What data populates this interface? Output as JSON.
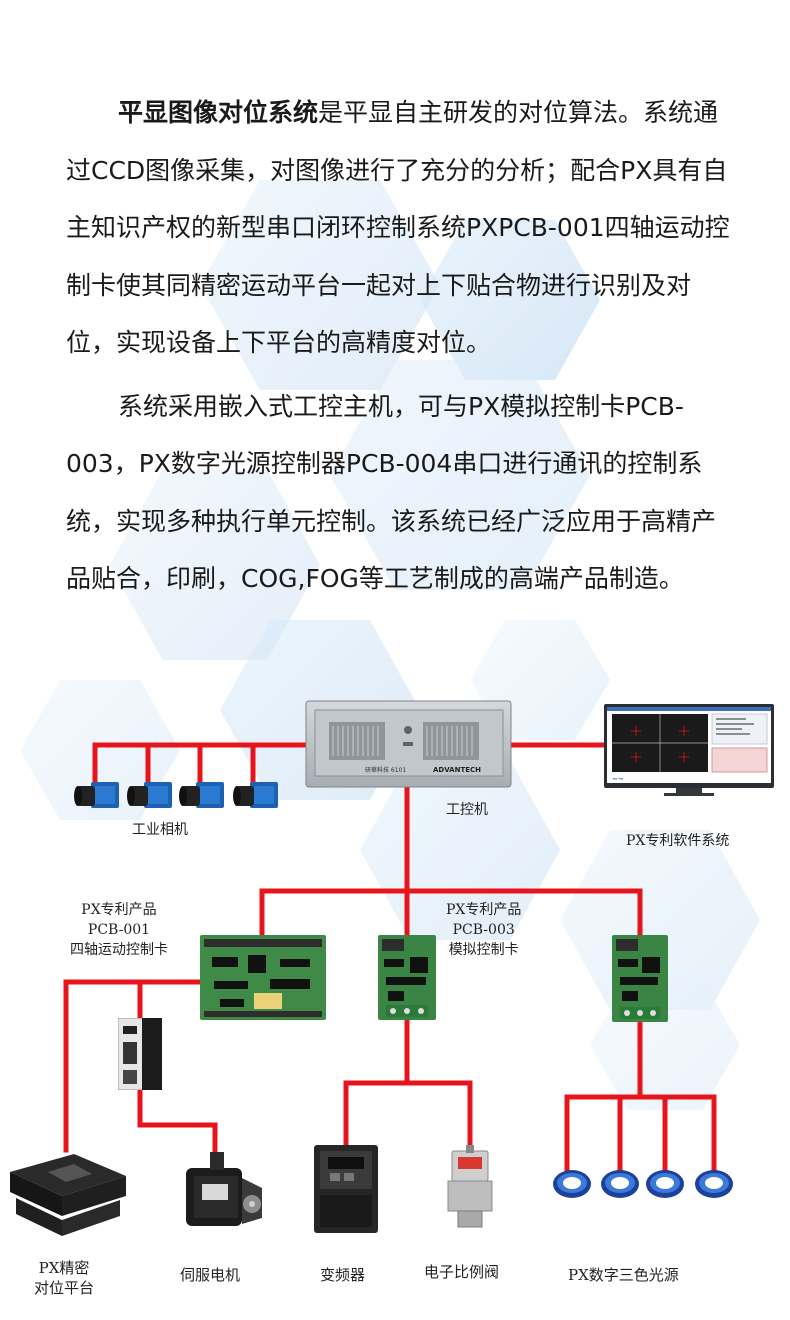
{
  "intro": {
    "p1_bold": "平显图像对位系统",
    "p1_rest": "是平显自主研发的对位算法。系统通过CCD图像采集，对图像进行了充分的分析；配合PX具有自主知识产权的新型串口闭环控制系统PXPCB-001四轴运动控制卡使其同精密运动平台一起对上下贴合物进行识别及对位，实现设备上下平台的高精度对位。",
    "p2": "系统采用嵌入式工控主机，可与PX模拟控制卡PCB-003，PX数字光源控制器PCB-004串口进行通讯的控制系统，实现多种执行单元控制。该系统已经广泛应用于高精产品贴合，印刷，COG,FOG等工艺制成的高端产品制造。"
  },
  "diagram": {
    "ipc_label": "工控机",
    "ipc_front_text_left": "研華科技 6101",
    "ipc_front_text_right": "ADVANTECH",
    "camera_label": "工业相机",
    "software_label": "PX专利软件系统",
    "card1_label_l1": "PX专利产品",
    "card1_label_l2": "PCB-001",
    "card1_label_l3": "四轴运动控制卡",
    "card2_label_l1": "PX专利产品",
    "card2_label_l2": "PCB-003",
    "card2_label_l3": "模拟控制卡",
    "platform_label_l1": "PX精密",
    "platform_label_l2": "对位平台",
    "servo_label": "伺服电机",
    "inverter_label": "变频器",
    "valve_label": "电子比例阀",
    "light_label": "PX数字三色光源",
    "wire_color": "#e8141c"
  }
}
